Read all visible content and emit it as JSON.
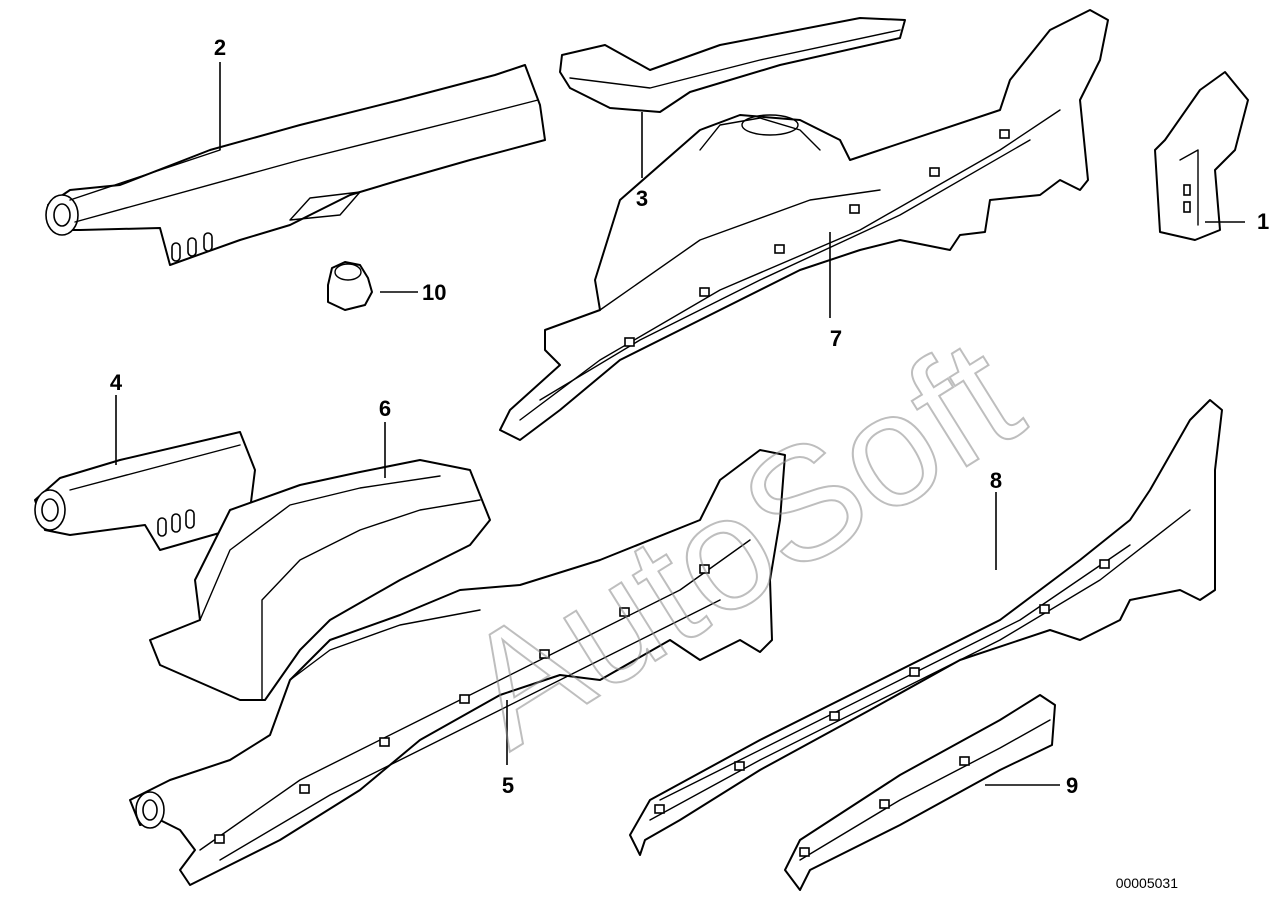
{
  "diagram": {
    "callouts": {
      "p1": "1",
      "p2": "2",
      "p3": "3",
      "p4": "4",
      "p5": "5",
      "p6": "6",
      "p7": "7",
      "p8": "8",
      "p9": "9",
      "p10": "10"
    },
    "watermark": "AutoSoft",
    "diagram_id": "00005031",
    "colors": {
      "line": "#000000",
      "background": "#ffffff",
      "watermark": "#8a8a8a"
    }
  }
}
